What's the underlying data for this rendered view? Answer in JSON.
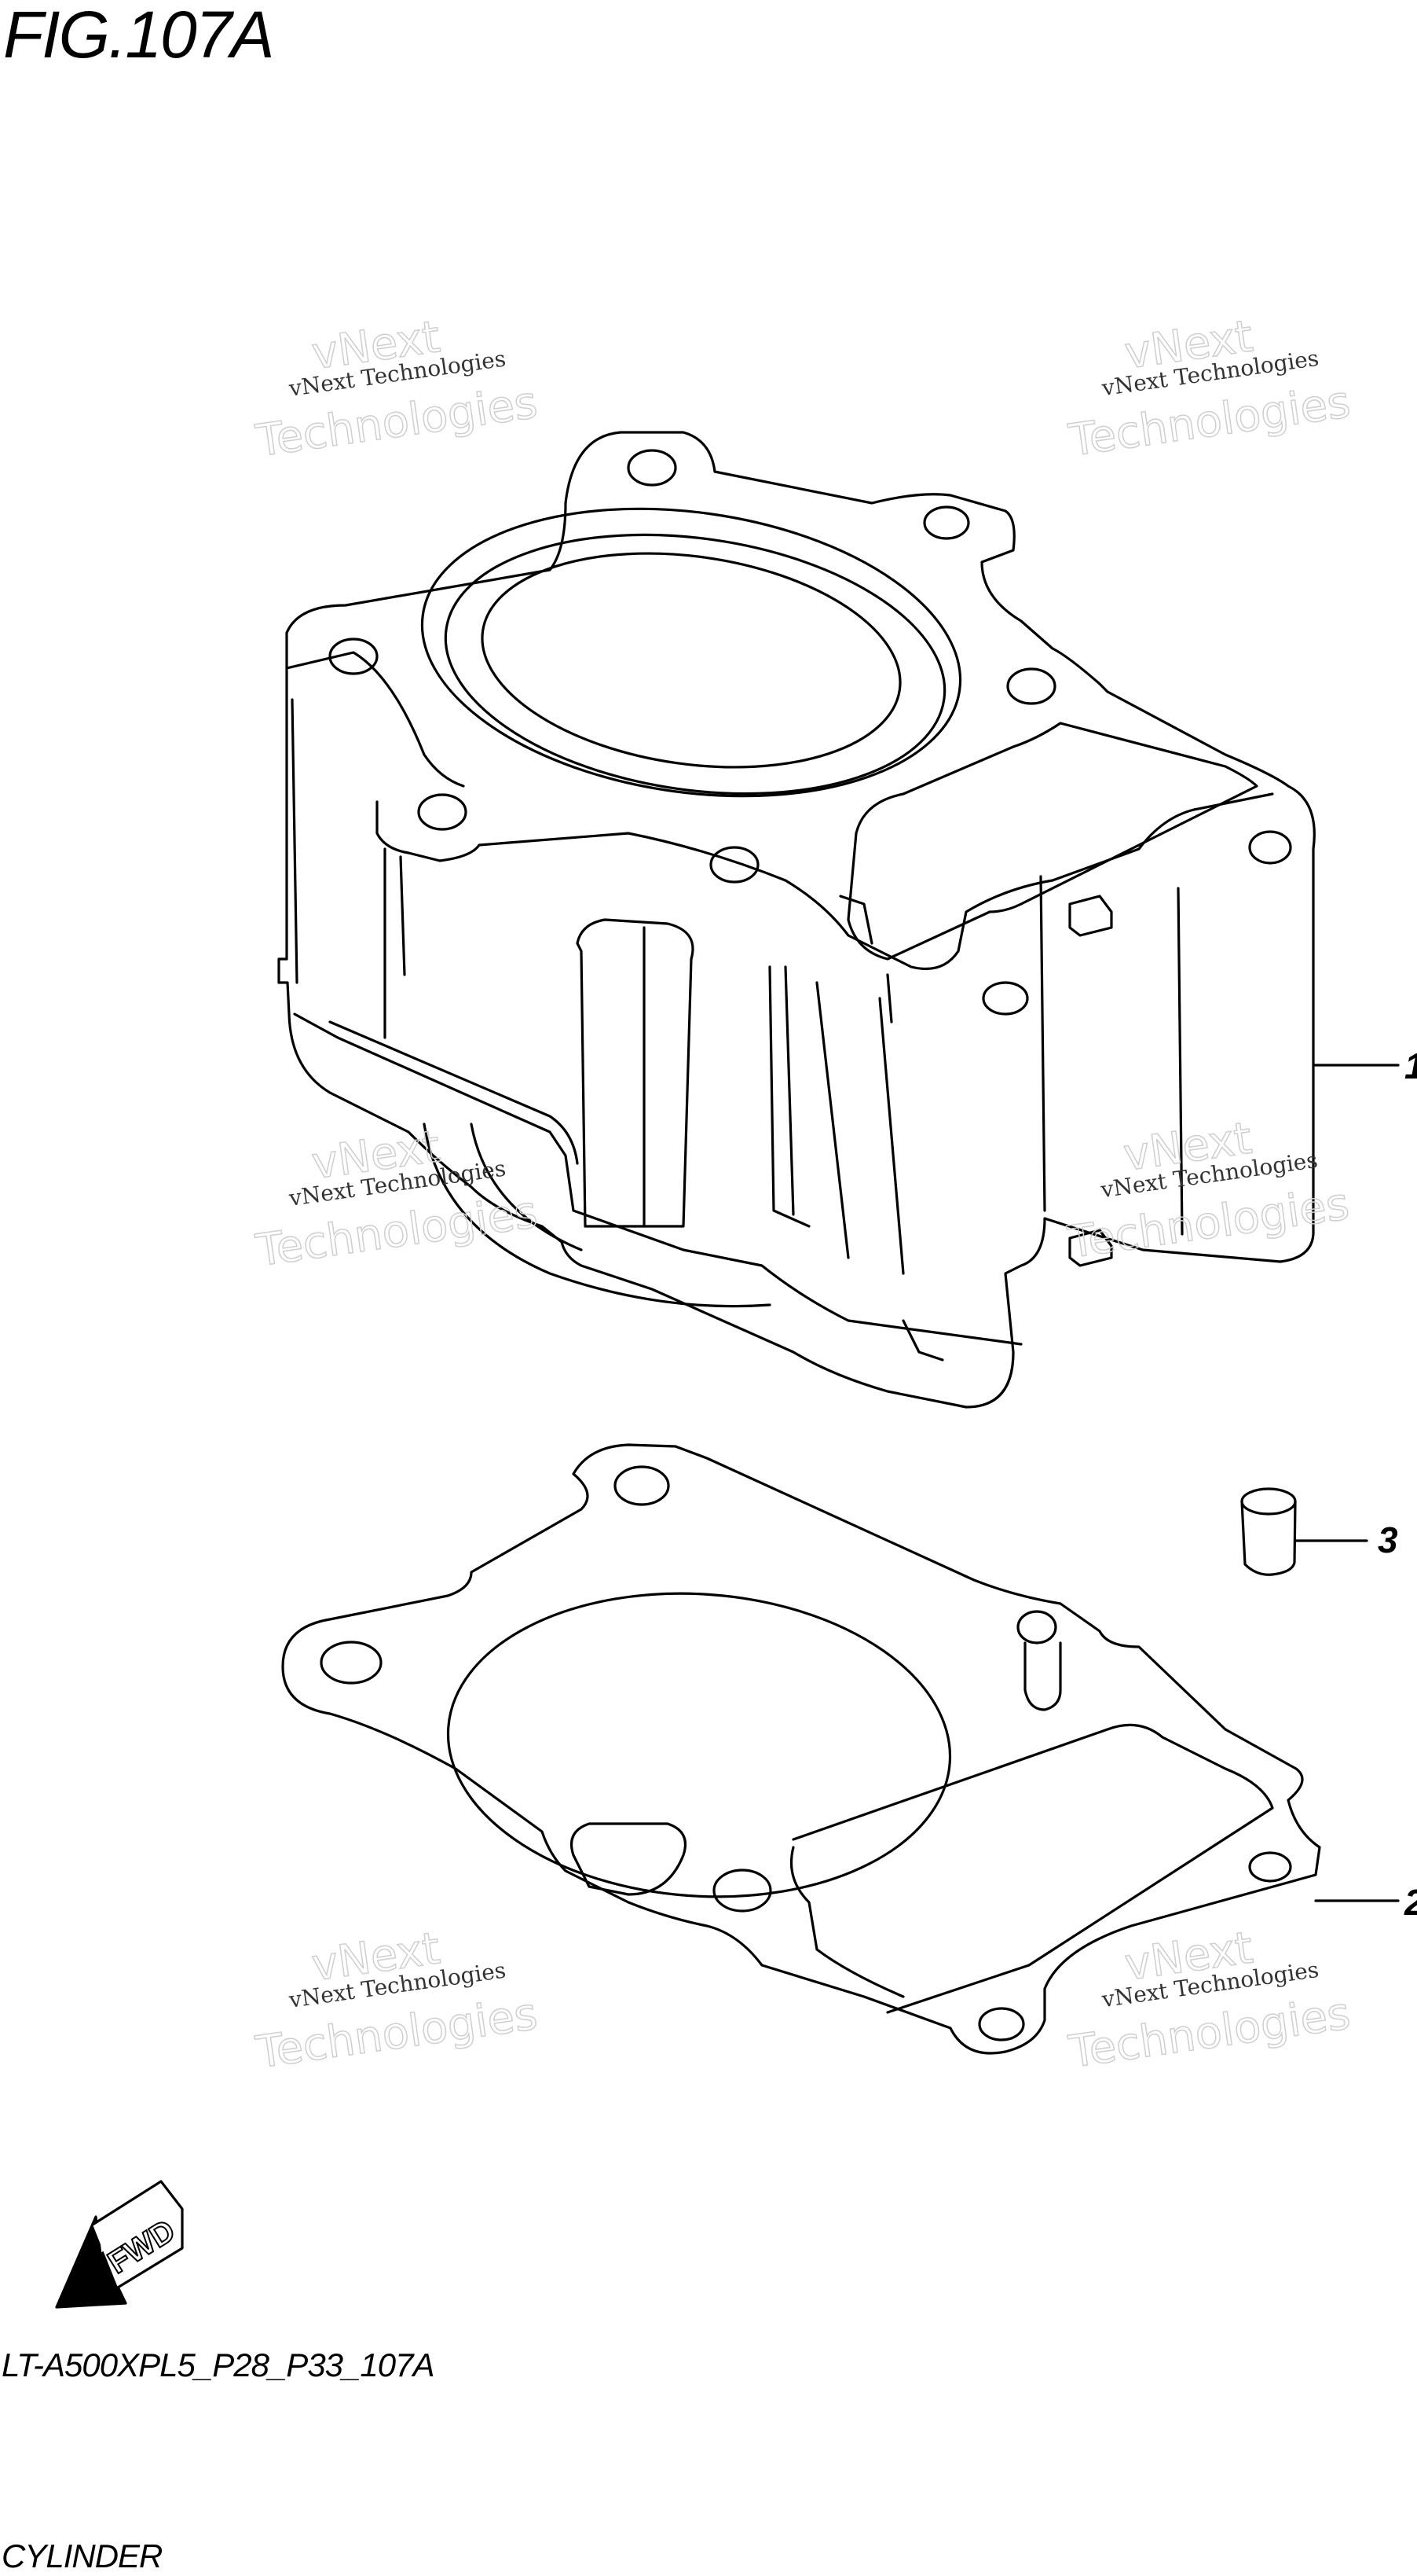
{
  "figure": {
    "title": "FIG.107A"
  },
  "footer": {
    "code": "LT-A500XPL5_P28_P33_107A",
    "caption": "CYLINDER"
  },
  "callouts": [
    {
      "number": "1"
    },
    {
      "number": "2"
    },
    {
      "number": "3"
    }
  ],
  "direction_arrow": {
    "label": "FWD"
  },
  "watermark": {
    "line1": "vNext Technologies",
    "line2": "vNext",
    "line3": "Technologies"
  }
}
